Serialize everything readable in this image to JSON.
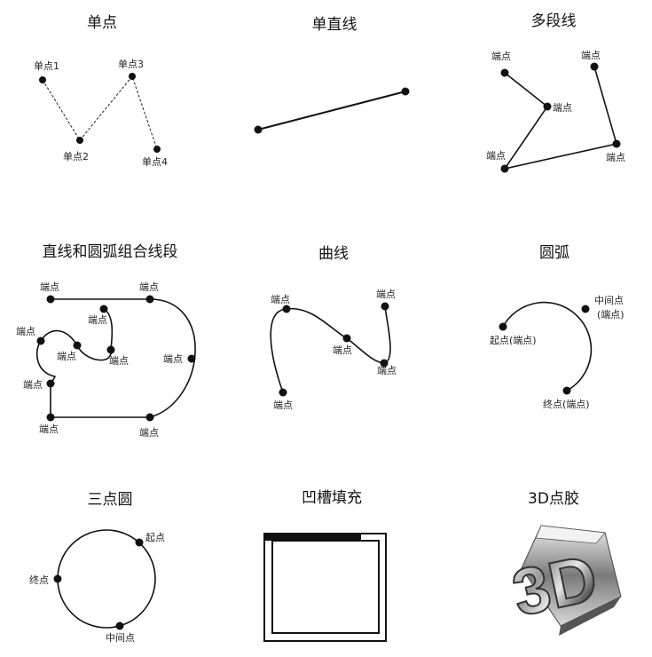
{
  "panels": {
    "single_point": {
      "title": "单点",
      "labels": [
        "单点1",
        "单点3",
        "单点2",
        "单点4"
      ]
    },
    "single_line": {
      "title": "单直线"
    },
    "polyline": {
      "title": "多段线",
      "labels": [
        "端点",
        "端点",
        "端点",
        "端点",
        "端点"
      ]
    },
    "combo": {
      "title": "直线和圆弧组合线段",
      "labels": [
        "端点",
        "端点",
        "端点",
        "端点",
        "端点",
        "端点",
        "端点",
        "端点",
        "端点",
        "端点"
      ]
    },
    "curve": {
      "title": "曲线",
      "labels": [
        "端点",
        "端点",
        "端点",
        "端点",
        "端点"
      ]
    },
    "arc": {
      "title": "圆弧",
      "labels": [
        "中间点",
        "(端点)",
        "起点(端点)",
        "终点(端点)"
      ]
    },
    "three_point_circle": {
      "title": "三点圆",
      "labels": [
        "起点",
        "终点",
        "中间点"
      ]
    },
    "groove_fill": {
      "title": "凹槽填充"
    },
    "point_glue_3d": {
      "title": "3D点胶",
      "logo_text": "3D"
    }
  }
}
